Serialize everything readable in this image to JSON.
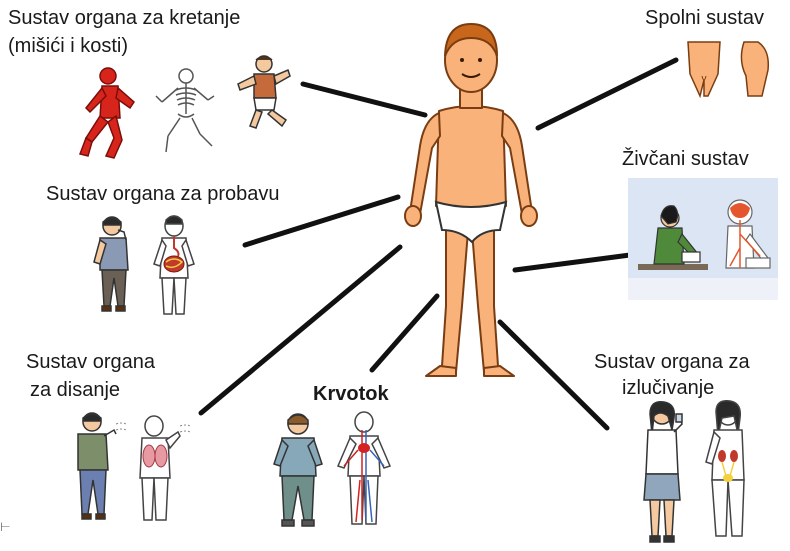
{
  "labels": {
    "locomotor_line1": "Sustav organa za kretanje",
    "locomotor_line2": "(mišići i kosti)",
    "digestive": "Sustav organa za probavu",
    "respiratory_line1": "Sustav organa",
    "respiratory_line2": "za disanje",
    "circulatory": "Krvotok",
    "reproductive": "Spolni sustav",
    "nervous": "Živčani sustav",
    "excretory_line1": "Sustav organa za",
    "excretory_line2": "izlučivanje"
  },
  "corner_mark": "⊢",
  "colors": {
    "skin": "#f9b27a",
    "skin_outline": "#7a3d12",
    "hair": "#c8661c",
    "underwear": "#ffffff",
    "connector": "#111111",
    "muscle": "#d8251c",
    "skeleton_bg": "#ffffff",
    "nervous_panel": "#dbe5f3",
    "blood_red": "#d22222",
    "blood_blue": "#3a64b8"
  },
  "icons": [
    "central-human-figure",
    "muscle-figure-icon",
    "skeleton-figure-icon",
    "running-boy-icon",
    "reproductive-front-icon",
    "reproductive-side-icon",
    "eating-man-icon",
    "digestive-organs-icon",
    "nervous-system-scene-icon",
    "breathing-man-icon",
    "lungs-figure-icon",
    "circulatory-boy-icon",
    "blood-vessels-figure-icon",
    "drinking-girl-icon",
    "urinary-figure-icon"
  ]
}
